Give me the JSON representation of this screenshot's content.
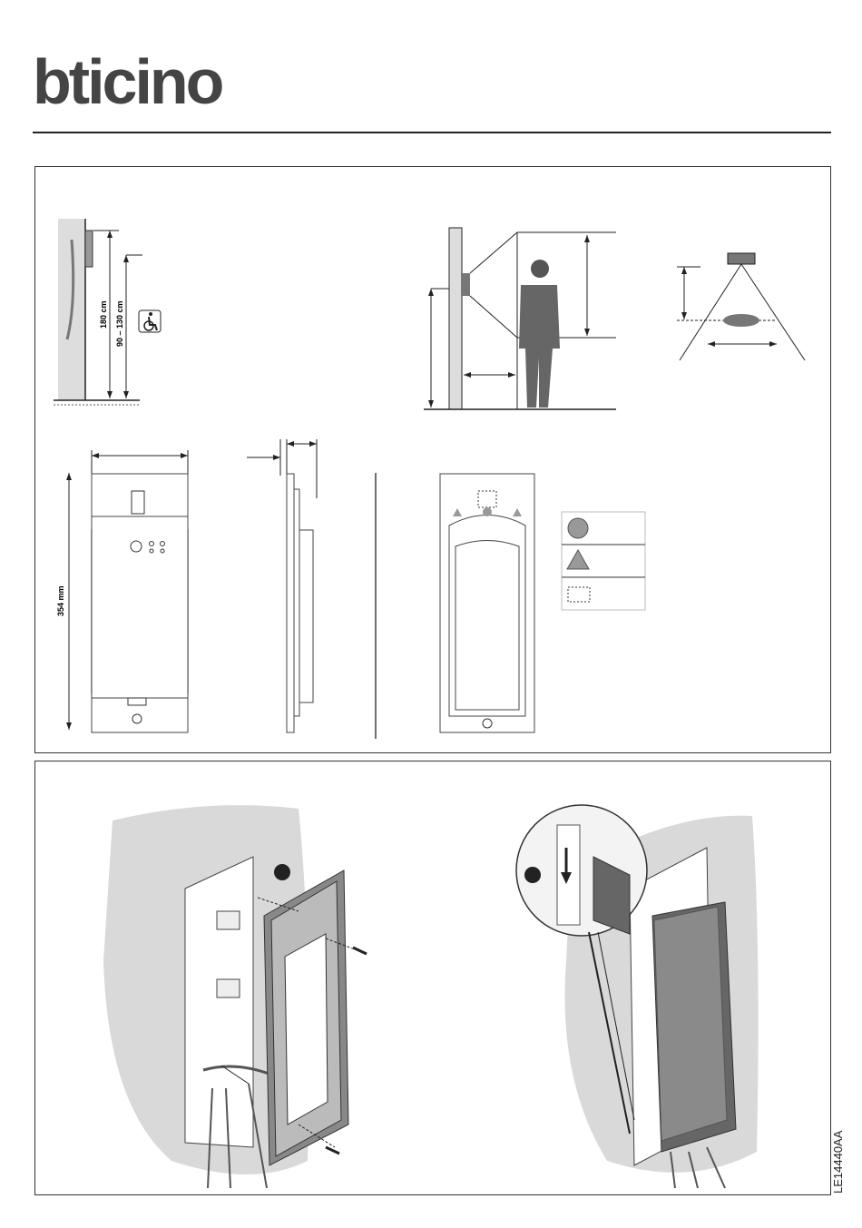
{
  "brand": {
    "name": "bticino"
  },
  "panel_top": {
    "labels": {
      "height_total": "180 cm",
      "height_range": "90 – 130 cm",
      "product_height": "354 mm"
    },
    "icons": [
      "wheelchair-icon",
      "circle-marker-icon",
      "triangle-marker-icon",
      "dashed-rect-marker-icon"
    ]
  },
  "panel_bottom": {
    "steps": [
      "step-1-marker",
      "step-2-marker"
    ]
  },
  "document_code": "LE14440AA",
  "colors": {
    "ink": "#222222",
    "figure_gray": "#666666",
    "wall_gray": "#d9d9d9"
  }
}
